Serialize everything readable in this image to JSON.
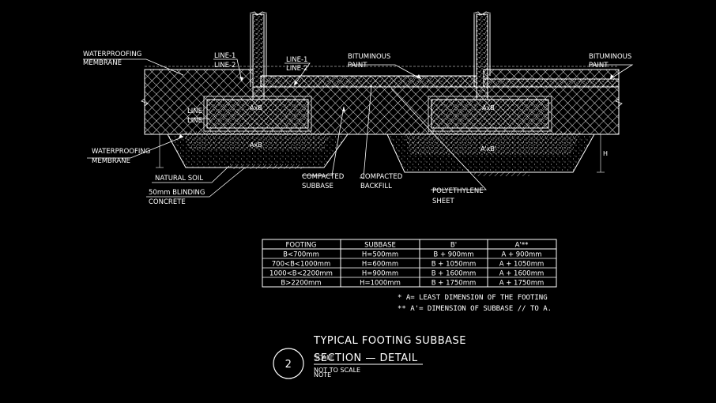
{
  "labels": {
    "waterproofing_membrane_top_1": "WATERPROOFING",
    "waterproofing_membrane_top_2": "MEMBRANE",
    "line1_left": "LINE-1",
    "line2_left": "LINE-2",
    "line1_mid": "LINE-1",
    "line2_mid": "LINE-2",
    "bituminous_mid_1": "BITUMINOUS",
    "bituminous_mid_2": "PAINT",
    "bituminous_right_1": "BITUMINOUS",
    "bituminous_right_2": "PAINT",
    "line1_side": "LINE",
    "line2_side": "LINE",
    "waterproofing_membrane_low_1": "WATERPROOFING",
    "waterproofing_membrane_low_2": "MEMBRANE",
    "natural_soil": "NATURAL SOIL",
    "blinding_1": "50mm BLINDING",
    "blinding_2": "CONCRETE",
    "compacted_subbase_1": "COMPACTED",
    "compacted_subbase_2": "SUBBASE",
    "compacted_backfill_1": "COMPACTED",
    "compacted_backfill_2": "BACKFILL",
    "polyethylene_1": "POLYETHYLENE",
    "polyethylene_2": "SHEET",
    "axb_left": "AxB",
    "axb_right": "A'xB'",
    "axb_left_footing": "AxB",
    "axb_right_footing": "AxB",
    "h_mark": "H"
  },
  "table": {
    "headers": [
      "FOOTING",
      "SUBBASE",
      "B'",
      "A'**"
    ],
    "rows": [
      [
        "B<700mm",
        "H=500mm",
        "B  +  900mm",
        "A  +  900mm"
      ],
      [
        "700<B<1000mm",
        "H=600mm",
        "B  +  1050mm",
        "A  +  1050mm"
      ],
      [
        "1000<B<2200mm",
        "H=900mm",
        "B  +  1600mm",
        "A  +  1600mm"
      ],
      [
        "B>2200mm",
        "H=1000mm",
        "B  +  1750mm",
        "A  +  1750mm"
      ]
    ]
  },
  "notes": {
    "note1": "*  A= LEAST DIMENSION OF THE FOOTING",
    "note2": "** A'= DIMENSION OF SUBBASE // TO A."
  },
  "title_block": {
    "number": "2",
    "title_line1": "TYPICAL FOOTING SUBBASE",
    "title_line2": "SECTION  —  DETAIL",
    "scale_overlap": "SCALE",
    "note_word": "NOTE",
    "not_to_scale": "NOT TO SCALE"
  },
  "colors": {
    "background": "#000000",
    "line": "#ffffff"
  }
}
